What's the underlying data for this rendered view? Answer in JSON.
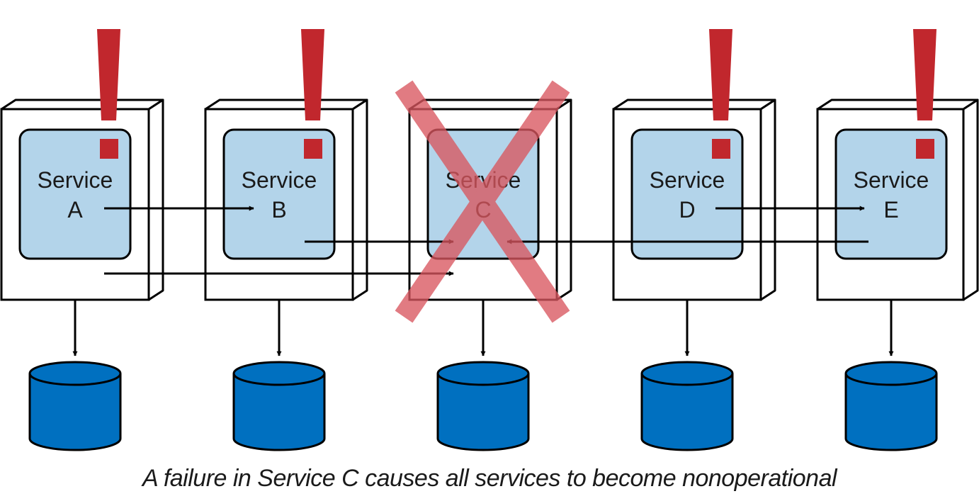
{
  "services": [
    {
      "label": "Service",
      "letter": "A",
      "status": "affected"
    },
    {
      "label": "Service",
      "letter": "B",
      "status": "affected"
    },
    {
      "label": "Service",
      "letter": "C",
      "status": "failed"
    },
    {
      "label": "Service",
      "letter": "D",
      "status": "affected"
    },
    {
      "label": "Service",
      "letter": "E",
      "status": "affected"
    }
  ],
  "calls": [
    {
      "from": "A",
      "to": "B"
    },
    {
      "from": "A",
      "to": "C"
    },
    {
      "from": "B",
      "to": "C"
    },
    {
      "from": "D",
      "to": "E"
    },
    {
      "from": "E",
      "to": "C"
    }
  ],
  "caption": "A failure in Service C causes all services to become nonoperational",
  "colors": {
    "service_fill": "#b3d4ea",
    "database_fill": "#0070c0",
    "warning": "#c1272d",
    "failure_cross": "#d9575f",
    "line": "#000000"
  }
}
